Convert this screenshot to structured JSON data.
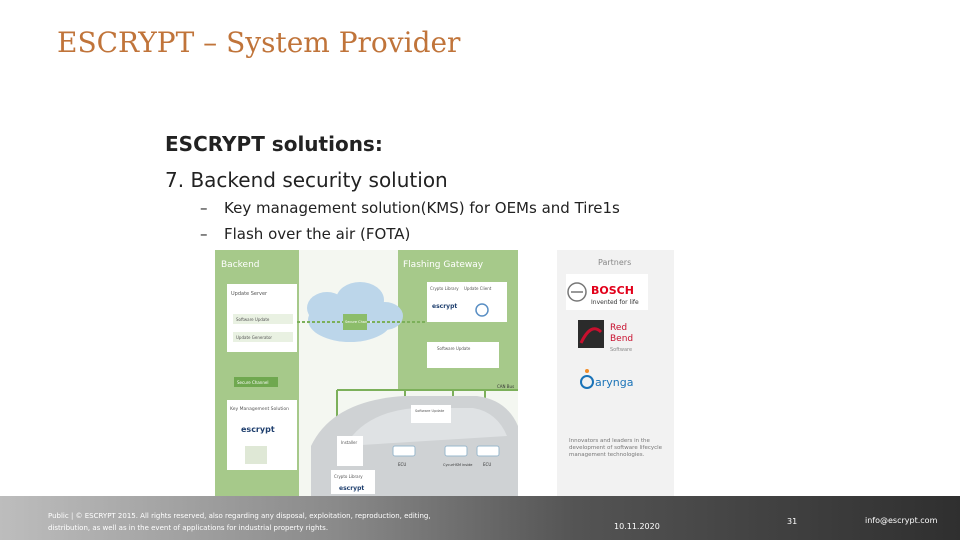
{
  "slide": {
    "title": "ESCRYPT – System Provider",
    "heading": "ESCRYPT solutions:",
    "subheading": "7. Backend security solution",
    "bullets": [
      {
        "dash": "–",
        "text": "Key management solution(KMS) for OEMs and Tire1s"
      },
      {
        "dash": "–",
        "text": "Flash over the air (FOTA)"
      }
    ]
  },
  "diagram": {
    "backend_label": "Backend",
    "gateway_label": "Flashing Gateway",
    "update_server": "Update Server",
    "software_update": "Software Update",
    "update_generator": "Update Generator",
    "secure_channel": "Secure Channel",
    "key_management": "Key Management Solution",
    "escrypt_logo": "escrypt",
    "crypto_library": "Crypto Library",
    "update_client": "Update Client",
    "gw_software_update": "Software Update",
    "can_bus": "CAN Bus",
    "car_software_update": "Software Update",
    "installer": "Installer",
    "car_crypto_library": "Crypto Library",
    "ecu_left": "ECU",
    "ecu_mid": "CycurHSM inside",
    "ecu_right": "ECU",
    "colors": {
      "green": "#a6c98a",
      "panel": "#e9f1e2",
      "cloud": "#bcd6ea"
    }
  },
  "partners": {
    "title": "Partners",
    "bosch_name": "BOSCH",
    "bosch_tagline": "Invented for life",
    "redbend_line1": "Red",
    "redbend_line2": "Bend",
    "redbend_line3": "Software",
    "arynga": "arynga",
    "description": "Innovators and leaders in the development of software lifecycle management technologies.",
    "colors": {
      "bosch_red": "#e2001a",
      "redbend": "#c8102e",
      "arynga": "#1a73b8"
    }
  },
  "footer": {
    "legal_line1": "Public | © ESCRYPT 2015. All rights reserved, also regarding any disposal, exploitation, reproduction, editing,",
    "legal_line2": "distribution, as well as in the event of applications for industrial property rights.",
    "date": "10.11.2020",
    "page": "31",
    "email": "info@escrypt.com"
  }
}
